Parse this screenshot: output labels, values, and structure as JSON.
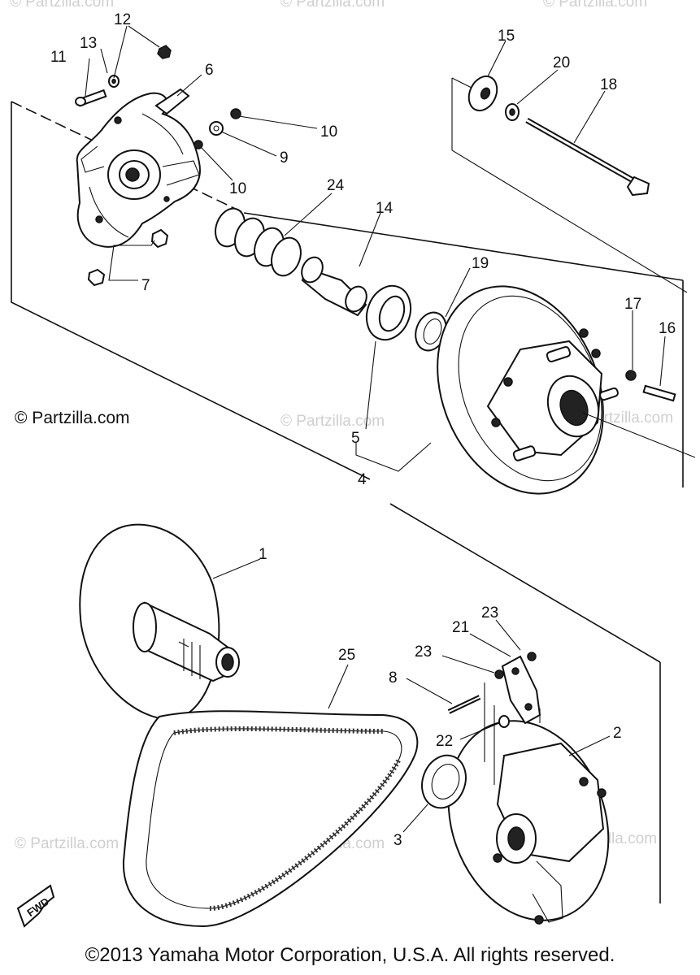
{
  "watermark": "© Partzilla.com",
  "credit": "© Partzilla.com",
  "copyright": "©2013 Yamaha Motor Corporation, U.S.A. All rights reserved.",
  "fwd_label": "FWD",
  "callouts": {
    "c1": "1",
    "c2": "2",
    "c3": "3",
    "c4": "4",
    "c5": "5",
    "c6": "6",
    "c7": "7",
    "c8": "8",
    "c9": "9",
    "c10a": "10",
    "c10b": "10",
    "c11": "11",
    "c12": "12",
    "c13": "13",
    "c14": "14",
    "c15": "15",
    "c16": "16",
    "c17": "17",
    "c18": "18",
    "c19": "19",
    "c20": "20",
    "c21": "21",
    "c22": "22",
    "c23a": "23",
    "c23b": "23",
    "c24": "24",
    "c25": "25"
  }
}
